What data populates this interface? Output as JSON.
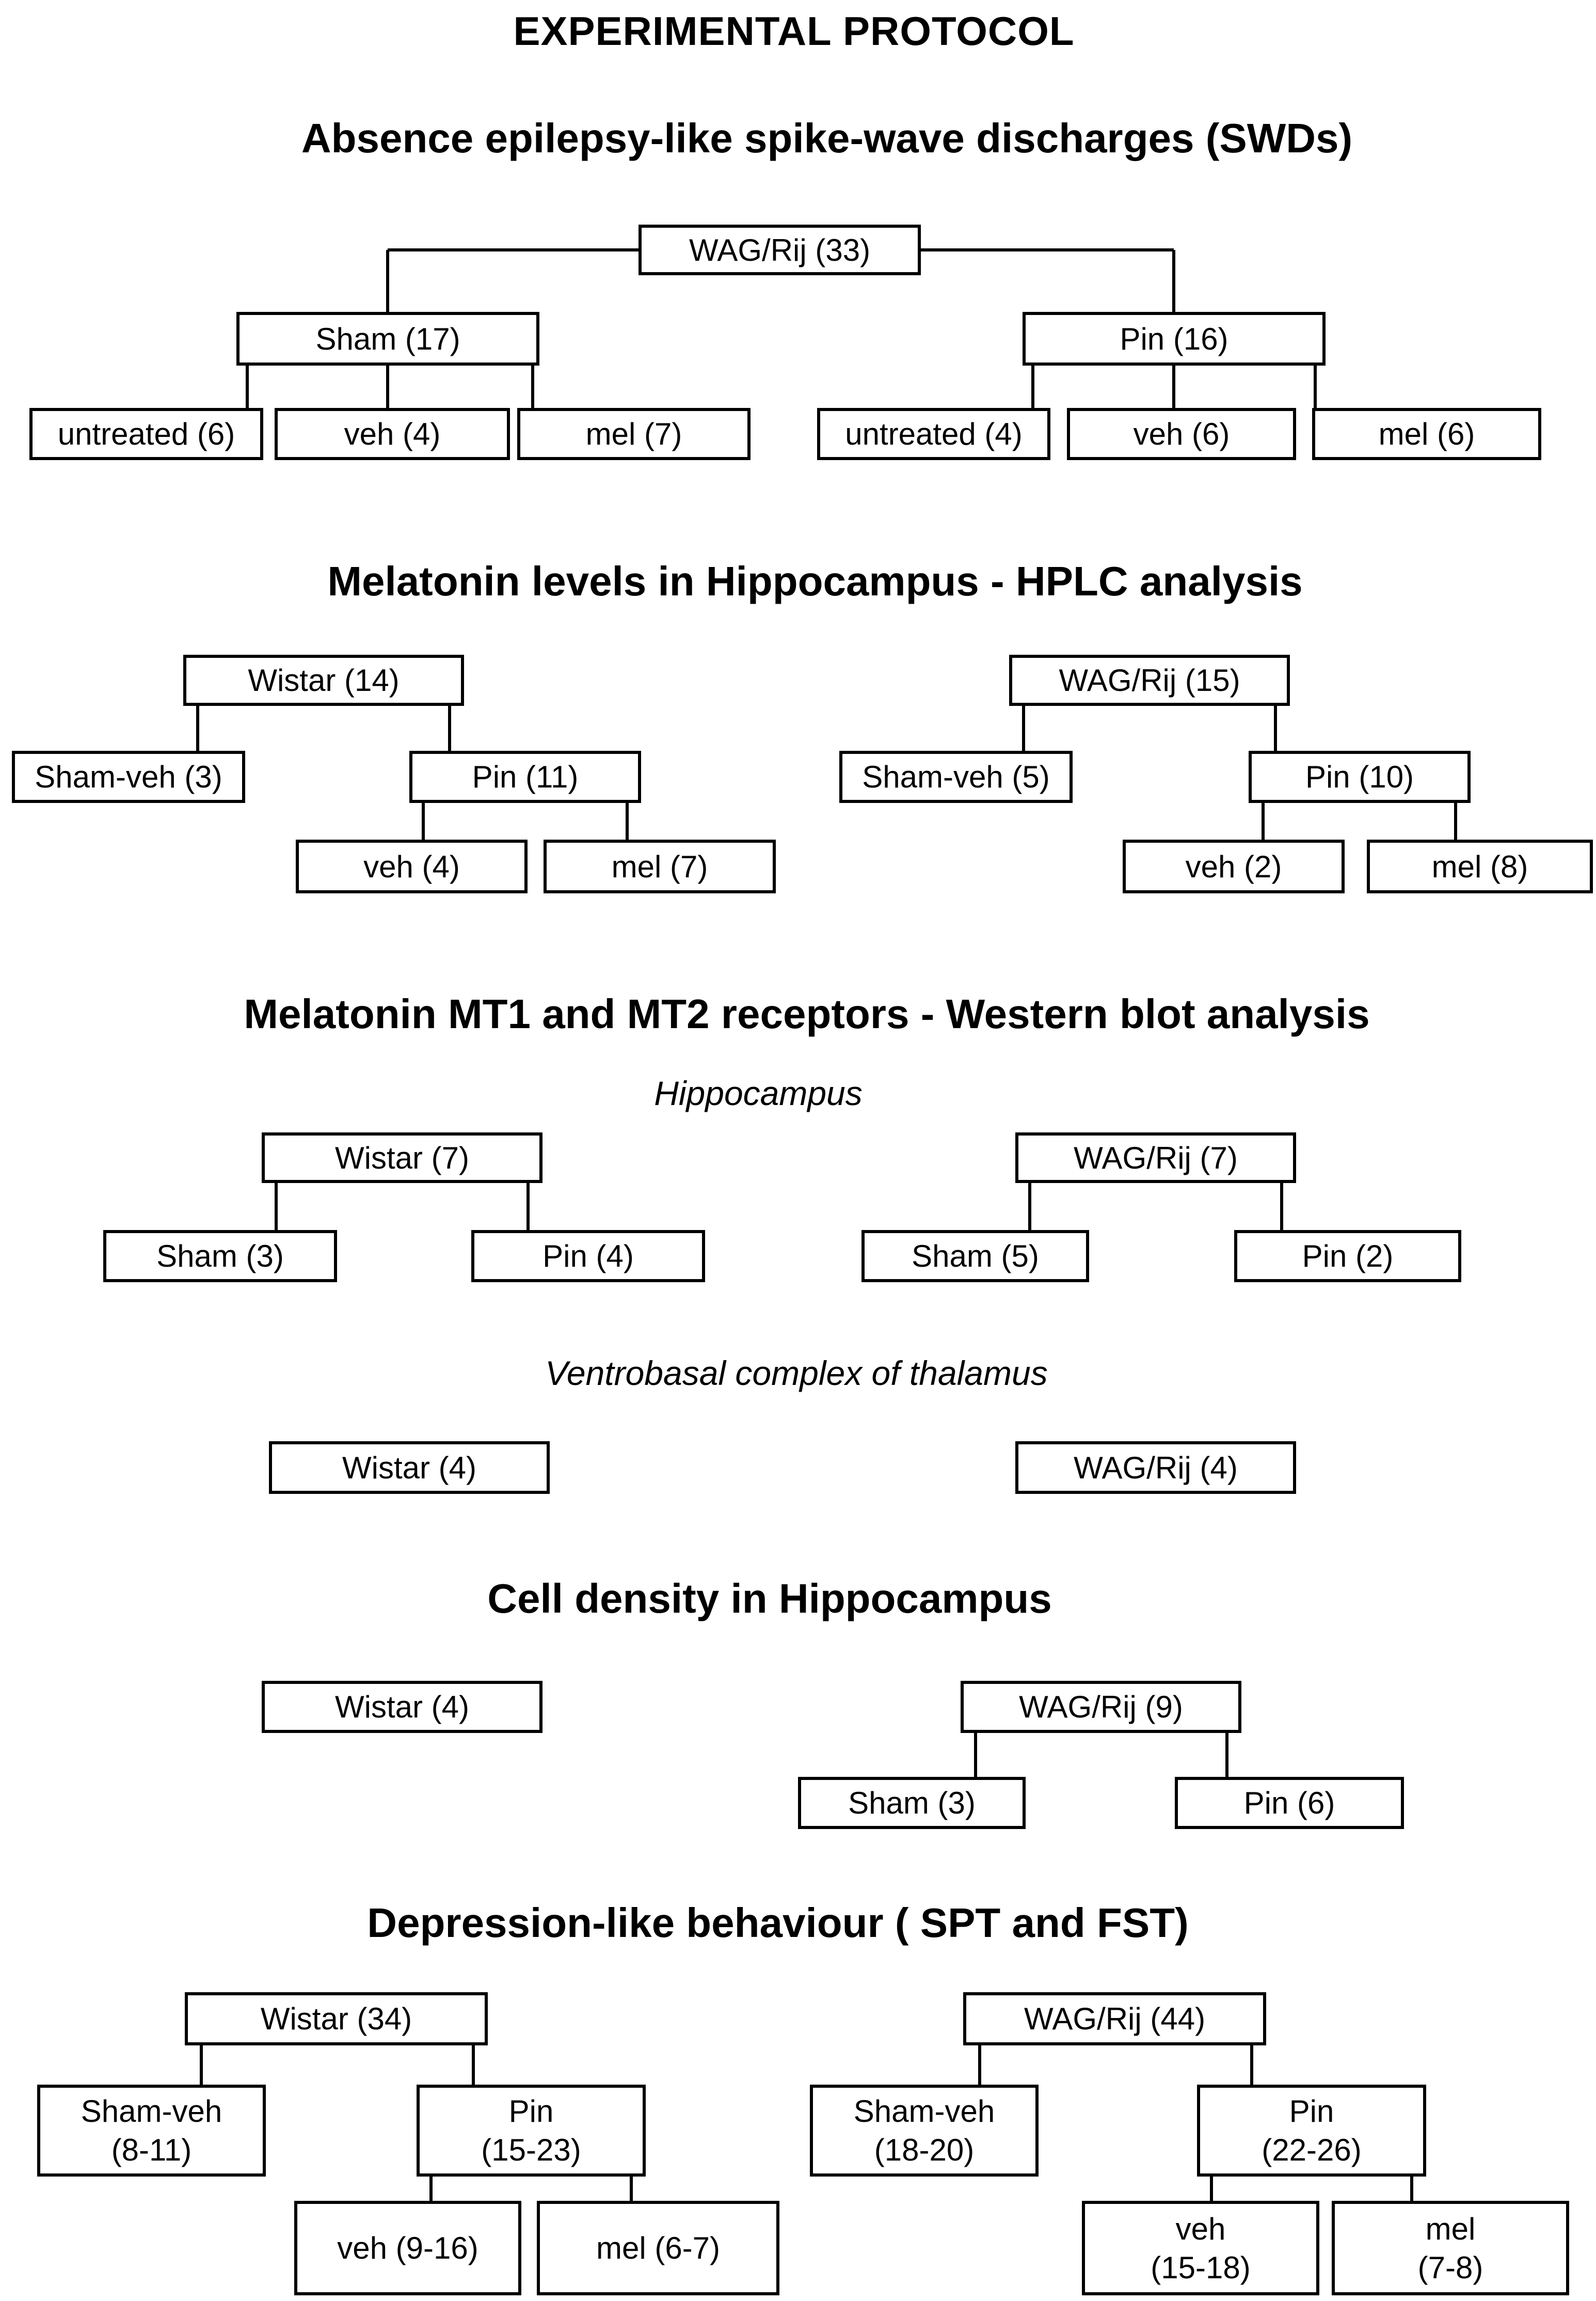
{
  "colors": {
    "ink": "#000000",
    "paper": "#ffffff"
  },
  "title": "EXPERIMENTAL PROTOCOL",
  "sections": {
    "swd": {
      "heading": "Absence epilepsy-like spike-wave discharges (SWDs)",
      "root": "WAG/Rij (33)",
      "sham": "Sham (17)",
      "pin": "Pin (16)",
      "sham_children": [
        "untreated (6)",
        "veh (4)",
        "mel (7)"
      ],
      "pin_children": [
        "untreated (4)",
        "veh (6)",
        "mel (6)"
      ]
    },
    "hplc": {
      "heading": "Melatonin levels in Hippocampus - HPLC analysis",
      "wistar": "Wistar (14)",
      "wistar_sham": "Sham-veh (3)",
      "wistar_pin": "Pin (11)",
      "wistar_pin_children": [
        "veh (4)",
        "mel (7)"
      ],
      "wag": "WAG/Rij (15)",
      "wag_sham": "Sham-veh (5)",
      "wag_pin": "Pin (10)",
      "wag_pin_children": [
        "veh (2)",
        "mel (8)"
      ]
    },
    "western": {
      "heading": "Melatonin MT1 and MT2 receptors - Western blot analysis",
      "region_hippocampus": "Hippocampus",
      "hip_wistar": "Wistar (7)",
      "hip_wistar_children": [
        "Sham (3)",
        "Pin (4)"
      ],
      "hip_wag": "WAG/Rij (7)",
      "hip_wag_children": [
        "Sham (5)",
        "Pin (2)"
      ],
      "region_thalamus": "Ventrobasal complex of thalamus",
      "vb_wistar": "Wistar (4)",
      "vb_wag": "WAG/Rij (4)"
    },
    "cell": {
      "heading": "Cell density in Hippocampus",
      "wistar": "Wistar (4)",
      "wag": "WAG/Rij (9)",
      "wag_children": [
        "Sham (3)",
        "Pin (6)"
      ]
    },
    "behaviour": {
      "heading": "Depression-like behaviour ( SPT and FST)",
      "wistar": "Wistar (34)",
      "wistar_sham": "Sham-veh\n(8-11)",
      "wistar_pin": "Pin\n(15-23)",
      "wistar_pin_children": [
        "veh (9-16)",
        "mel (6-7)"
      ],
      "wag": "WAG/Rij (44)",
      "wag_sham": "Sham-veh\n(18-20)",
      "wag_pin": "Pin\n(22-26)",
      "wag_pin_children": [
        "veh\n(15-18)",
        "mel\n(7-8)"
      ]
    }
  }
}
